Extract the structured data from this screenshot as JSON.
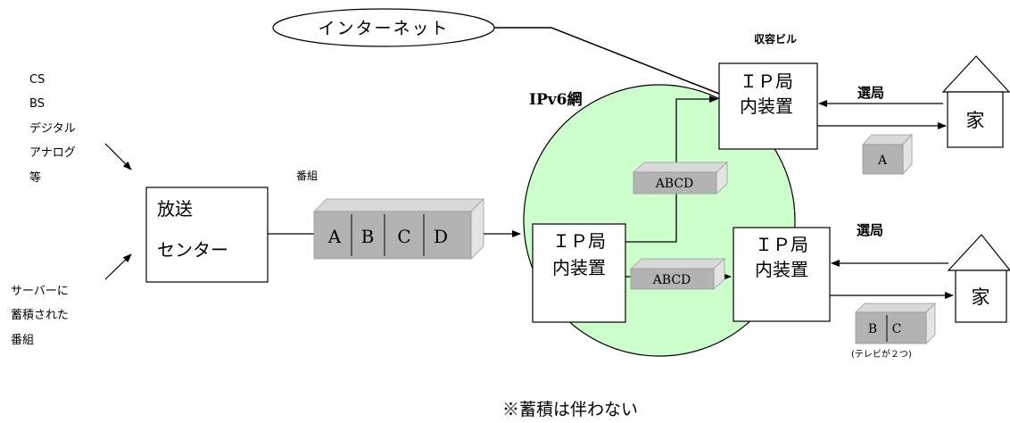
{
  "sources": {
    "top_list": [
      "CS",
      "BS",
      "デジタル",
      "アナログ",
      "等"
    ],
    "bottom_list": [
      "サーバーに",
      "蓄積された",
      "番組"
    ]
  },
  "internet_label": "インターネット",
  "building_label": "収容ビル",
  "network_label": "IPv6網",
  "program_label": "番組",
  "broadcast_center": {
    "line1": "放送",
    "line2": "センター"
  },
  "program_blocks": [
    "A",
    "B",
    "C",
    "D"
  ],
  "ip_device": {
    "line1": "ＩＰ局",
    "line2": "内装置"
  },
  "packet_abcd": "ABCD",
  "packet_a": "A",
  "packet_b": "B",
  "packet_c": "C",
  "channel_select": "選局",
  "home_label": "家",
  "tv_note": "(テレビが２つ)",
  "footnote": "※蓄積は伴わない",
  "colors": {
    "network_fill": "#ccffcc",
    "packet_front": "#b3b3b3",
    "packet_top": "#d9d9d9",
    "packet_side": "#e4e4e4",
    "line": "#000000"
  }
}
